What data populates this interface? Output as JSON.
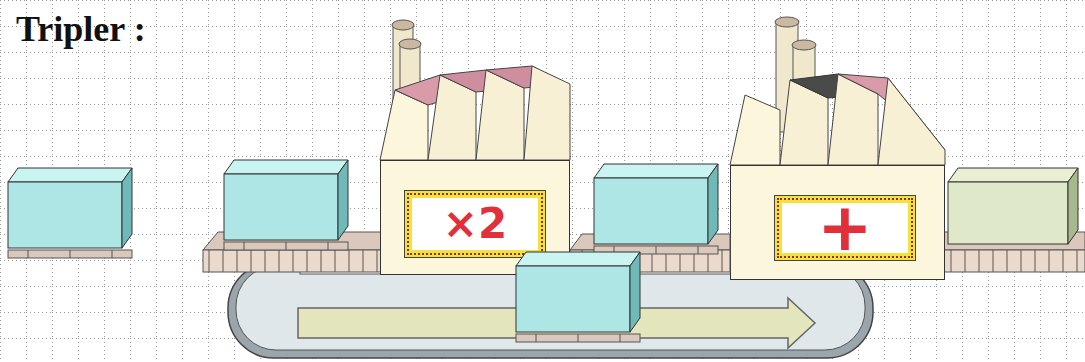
{
  "diagram": {
    "title": "Tripler :",
    "nodes": [
      {
        "text": [
          "×2"
        ]
      },
      {
        "text": [
          "+"
        ]
      }
    ],
    "edges": [
      {
        "from": 0,
        "to": 1,
        "arrow": "none"
      }
    ]
  }
}
